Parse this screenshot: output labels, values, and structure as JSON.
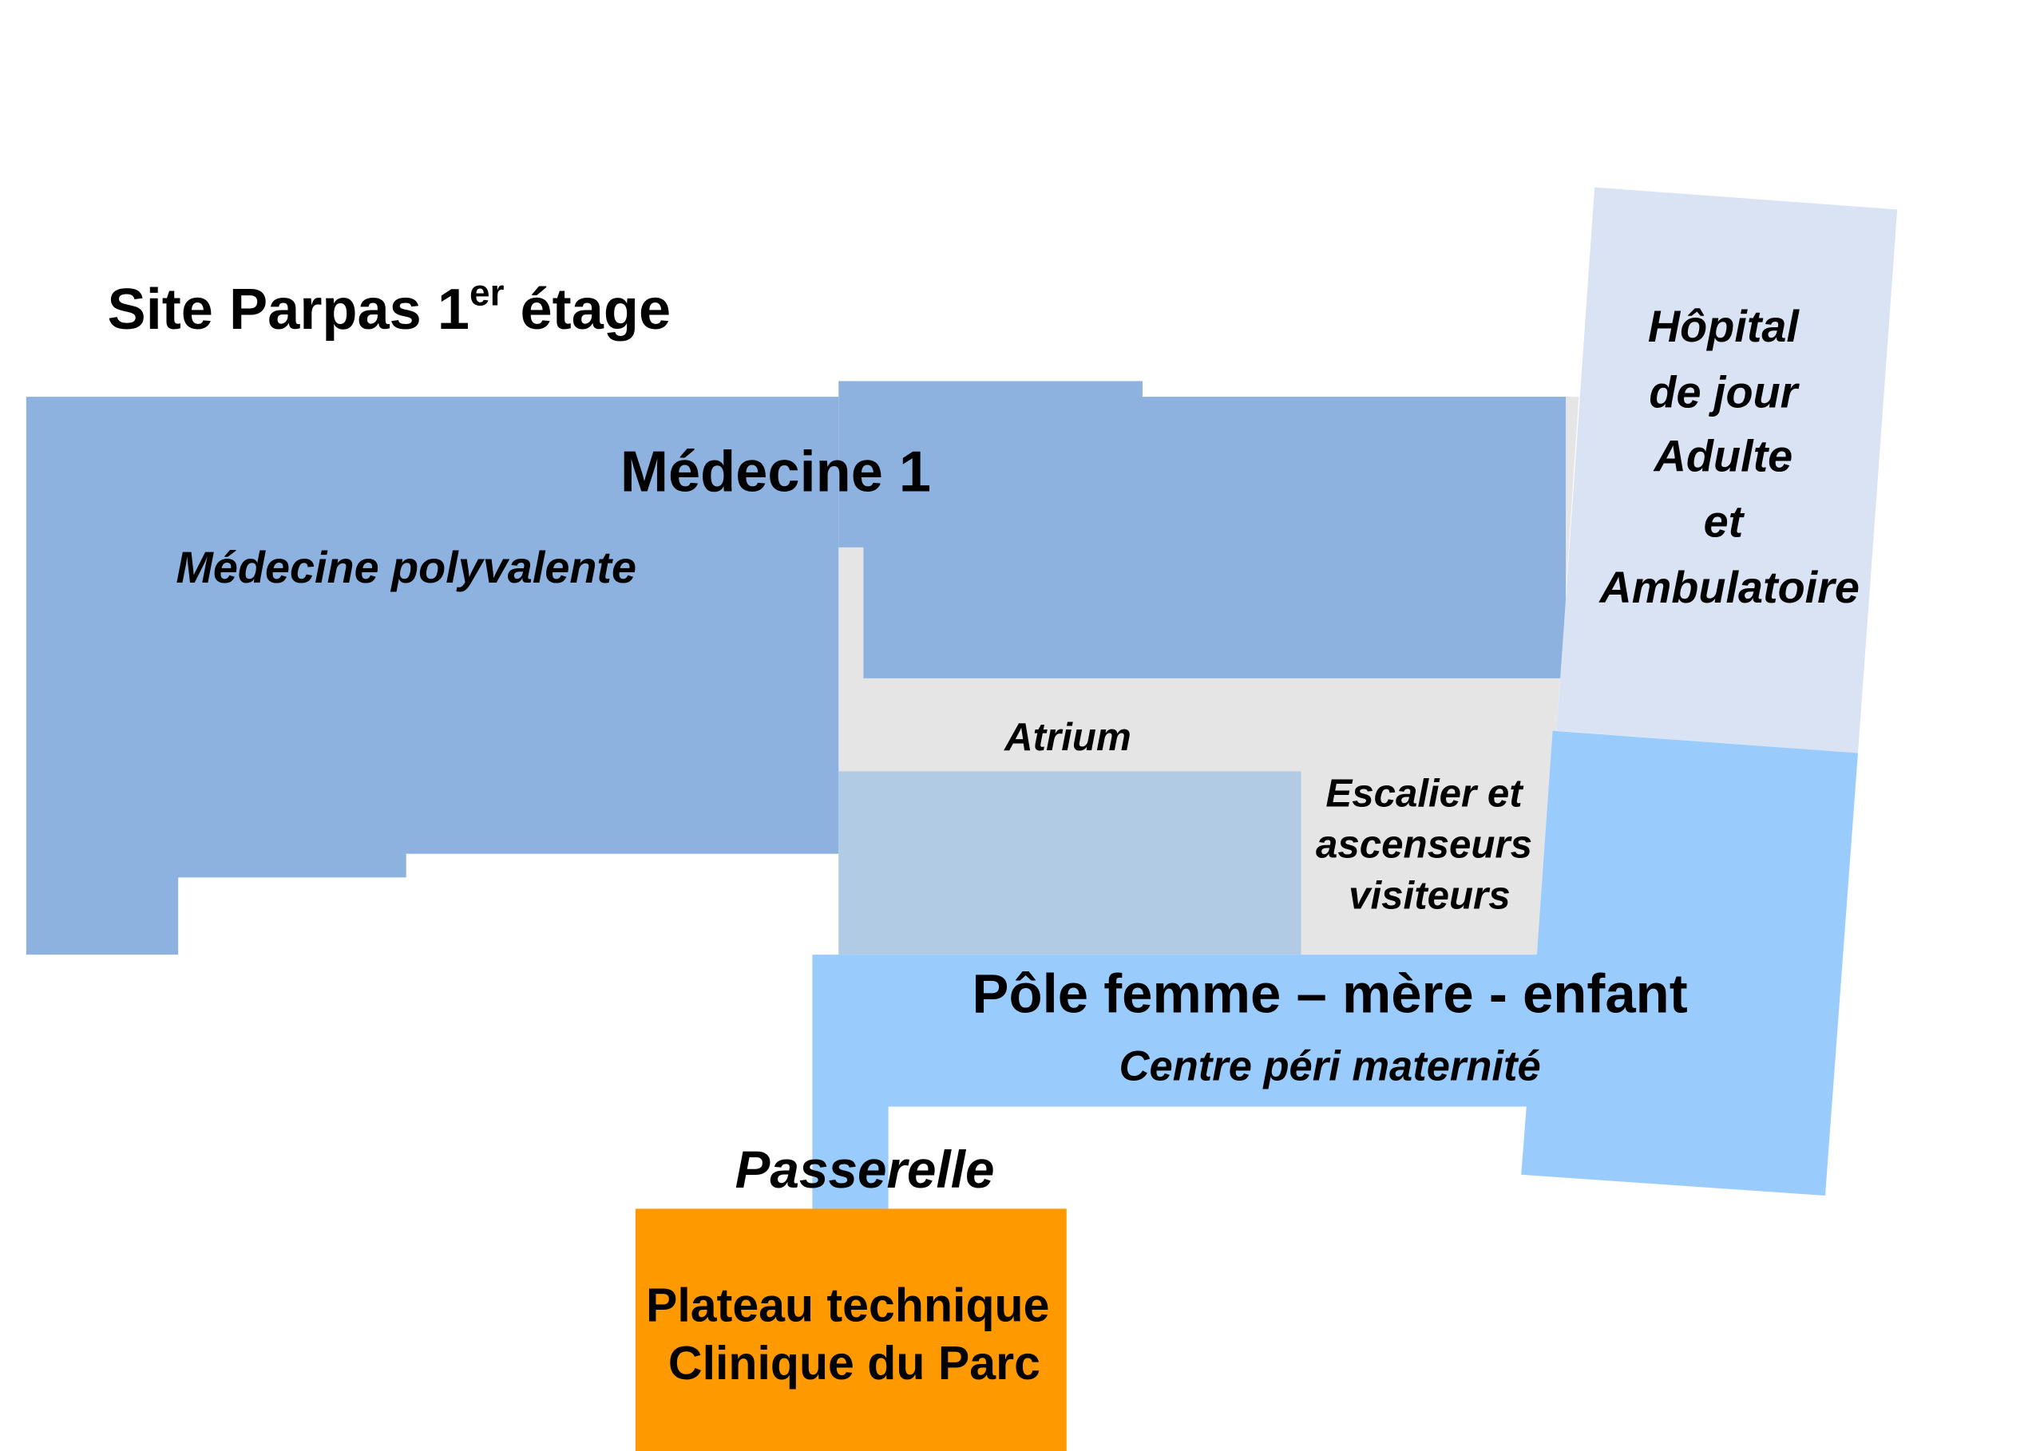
{
  "title": {
    "main": "Site Parpas 1",
    "sup": "er",
    "rest": " étage"
  },
  "colors": {
    "medecine": "#8eb2e0",
    "atrium": "#e5e5e5",
    "atrium_box": "#b0cbe3",
    "hopital_jour": "#dae3f3",
    "pole_femme": "#99cbfd",
    "plateau": "#ff9900"
  },
  "zones": {
    "medecine": {
      "title": "Médecine 1",
      "subtitle": "Médecine polyvalente"
    },
    "atrium": {
      "label": "Atrium"
    },
    "escalier": {
      "lines": [
        "Escalier et",
        "ascenseurs",
        "visiteurs"
      ]
    },
    "hopital_jour": {
      "lines": [
        "Hôpital",
        "de jour",
        "Adulte",
        "et",
        "Ambulatoire"
      ]
    },
    "pole_femme": {
      "title": "Pôle femme – mère - enfant",
      "subtitle": "Centre péri maternité"
    },
    "passerelle": {
      "label": "Passerelle"
    },
    "plateau": {
      "lines": [
        "Plateau technique",
        "Clinique du Parc"
      ]
    }
  }
}
